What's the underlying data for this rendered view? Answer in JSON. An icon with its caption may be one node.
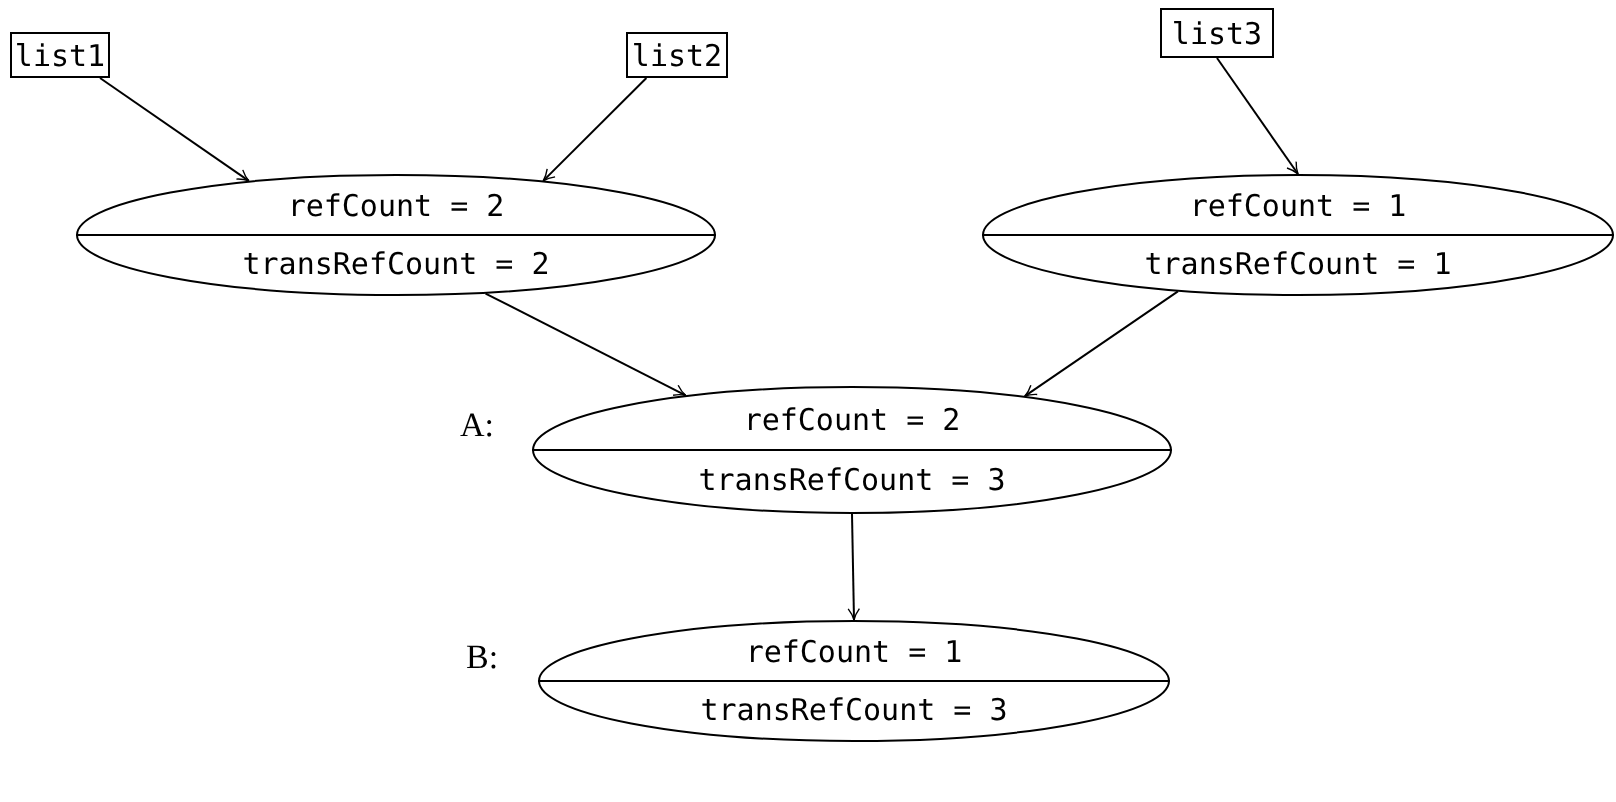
{
  "diagram": {
    "nodes": [
      {
        "text": [
          "list1"
        ]
      },
      {
        "text": [
          "list2"
        ]
      },
      {
        "text": [
          "list3"
        ]
      },
      {
        "text": [
          "refCount = 2",
          "transRefCount = 2"
        ]
      },
      {
        "text": [
          "refCount = 1",
          "transRefCount = 1"
        ]
      },
      {
        "text": [
          "refCount = 2",
          "transRefCount = 3"
        ],
        "beside": [
          "A:"
        ]
      },
      {
        "text": [
          "refCount = 1",
          "transRefCount = 3"
        ],
        "beside": [
          "B:"
        ]
      }
    ],
    "edges": [
      {
        "from": 0,
        "to": 3,
        "arrow": "to"
      },
      {
        "from": 1,
        "to": 3,
        "arrow": "to"
      },
      {
        "from": 2,
        "to": 4,
        "arrow": "to"
      },
      {
        "from": 3,
        "to": 5,
        "arrow": "to"
      },
      {
        "from": 4,
        "to": 5,
        "arrow": "to"
      },
      {
        "from": 5,
        "to": 6,
        "arrow": "to"
      }
    ]
  }
}
